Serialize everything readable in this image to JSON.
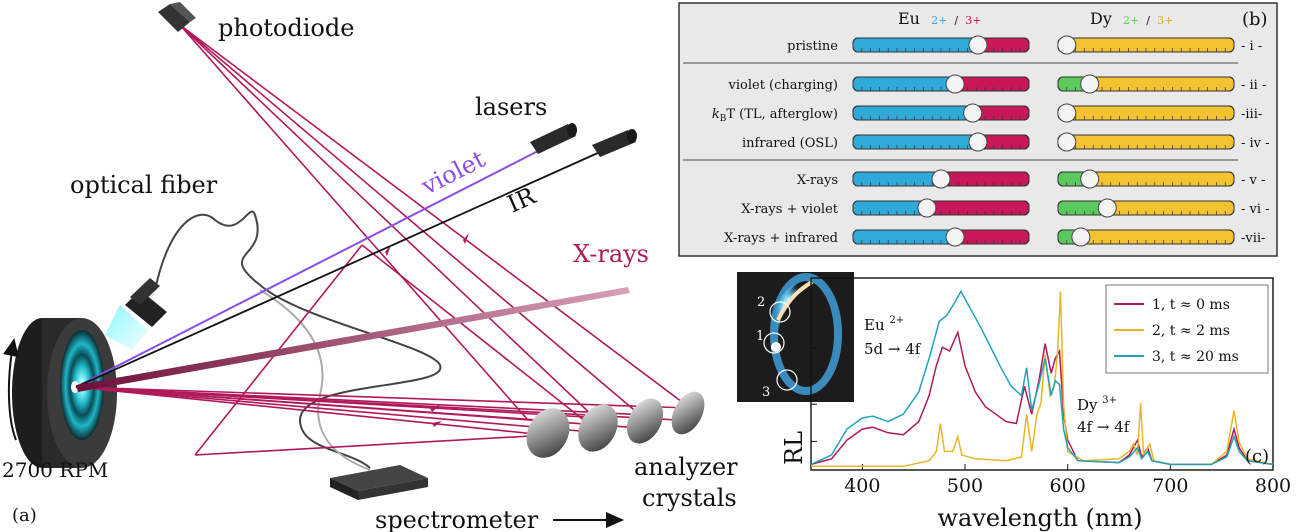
{
  "panel_a": {
    "labels": {
      "photodiode": "photodiode",
      "lasers": "lasers",
      "violet": "violet",
      "ir": "IR",
      "optical_fiber": "optical fiber",
      "xrays": "X-rays",
      "rpm": "2700 RPM",
      "analyzer": "analyzer",
      "crystals": "crystals",
      "spectrometer": "spectrometer",
      "tag": "(a)"
    },
    "colors": {
      "violet": "#8a4de6",
      "xray": "#b0195a",
      "ir": "#111111",
      "cyan": "#27d3e2"
    }
  },
  "panel_b": {
    "tag": "(b)",
    "eu_header": {
      "label": "Eu",
      "s1": "2+",
      "sep": "/",
      "s2": "3+"
    },
    "dy_header": {
      "label": "Dy",
      "s1": "2+",
      "sep": "/",
      "s2": "3+"
    },
    "rows": [
      {
        "label": "pristine",
        "tag": "- i -",
        "eu_knob": 0.71,
        "dy_knob": 0.05
      },
      {
        "label": "violet (charging)",
        "tag": "- ii -",
        "eu_knob": 0.58,
        "dy_knob": 0.18
      },
      {
        "label_main": "k",
        "label_sub": "B",
        "label_rest": "T (TL, afterglow)",
        "tag": "-iii-",
        "eu_knob": 0.68,
        "dy_knob": 0.05
      },
      {
        "label": "infrared (OSL)",
        "tag": "- iv -",
        "eu_knob": 0.71,
        "dy_knob": 0.05
      },
      {
        "label": "X-rays",
        "tag": "- v -",
        "eu_knob": 0.5,
        "dy_knob": 0.18
      },
      {
        "label": "X-rays + violet",
        "tag": "- vi -",
        "eu_knob": 0.42,
        "dy_knob": 0.28
      },
      {
        "label": "X-rays + infrared",
        "tag": "-vii-",
        "eu_knob": 0.58,
        "dy_knob": 0.13
      }
    ],
    "colors": {
      "eu2": "#2fa9d8",
      "eu3": "#c8185a",
      "dy2": "#5cc95c",
      "dy3": "#f2c230",
      "violet": "#8a4de6"
    }
  },
  "panel_c": {
    "tag": "(c)",
    "annotations": {
      "eu_ion": "Eu",
      "eu_charge": "2+",
      "eu_trans": "5d → 4f",
      "dy_ion": "Dy",
      "dy_charge": "3+",
      "dy_trans": "4f → 4f"
    },
    "inset_labels": [
      "2",
      "1",
      "3"
    ],
    "legend": [
      {
        "label": "1, t ≈ 0 ms"
      },
      {
        "label": "2, t ≈ 2 ms"
      },
      {
        "label": "3, t ≈ 20 ms"
      }
    ]
  },
  "chart_data": {
    "type": "line",
    "title": "",
    "xlabel": "wavelength (nm)",
    "ylabel": "RL",
    "xlim": [
      350,
      800
    ],
    "x_ticks": [
      400,
      500,
      600,
      700,
      800
    ],
    "series": [
      {
        "name": "1, t ≈ 0 ms",
        "color": "#b0195a",
        "points": [
          [
            350,
            0.03
          ],
          [
            370,
            0.06
          ],
          [
            385,
            0.16
          ],
          [
            400,
            0.22
          ],
          [
            410,
            0.23
          ],
          [
            425,
            0.2
          ],
          [
            440,
            0.19
          ],
          [
            455,
            0.26
          ],
          [
            465,
            0.4
          ],
          [
            472,
            0.56
          ],
          [
            478,
            0.66
          ],
          [
            485,
            0.64
          ],
          [
            493,
            0.74
          ],
          [
            500,
            0.56
          ],
          [
            510,
            0.42
          ],
          [
            520,
            0.34
          ],
          [
            530,
            0.3
          ],
          [
            540,
            0.26
          ],
          [
            550,
            0.25
          ],
          [
            558,
            0.45
          ],
          [
            565,
            0.3
          ],
          [
            572,
            0.48
          ],
          [
            578,
            0.68
          ],
          [
            584,
            0.52
          ],
          [
            588,
            0.6
          ],
          [
            592,
            0.64
          ],
          [
            596,
            0.3
          ],
          [
            600,
            0.16
          ],
          [
            610,
            0.05
          ],
          [
            650,
            0.04
          ],
          [
            660,
            0.08
          ],
          [
            668,
            0.16
          ],
          [
            672,
            0.07
          ],
          [
            678,
            0.12
          ],
          [
            682,
            0.05
          ],
          [
            700,
            0.03
          ],
          [
            740,
            0.03
          ],
          [
            755,
            0.08
          ],
          [
            762,
            0.22
          ],
          [
            767,
            0.12
          ],
          [
            775,
            0.05
          ],
          [
            800,
            0.03
          ]
        ]
      },
      {
        "name": "2, t ≈ 2 ms",
        "color": "#e8b724",
        "points": [
          [
            350,
            0.02
          ],
          [
            440,
            0.02
          ],
          [
            465,
            0.05
          ],
          [
            472,
            0.1
          ],
          [
            476,
            0.25
          ],
          [
            480,
            0.1
          ],
          [
            488,
            0.1
          ],
          [
            493,
            0.18
          ],
          [
            497,
            0.08
          ],
          [
            510,
            0.06
          ],
          [
            540,
            0.05
          ],
          [
            555,
            0.07
          ],
          [
            560,
            0.3
          ],
          [
            565,
            0.1
          ],
          [
            570,
            0.3
          ],
          [
            574,
            0.36
          ],
          [
            578,
            0.62
          ],
          [
            583,
            0.4
          ],
          [
            587,
            0.45
          ],
          [
            590,
            0.62
          ],
          [
            593,
            0.96
          ],
          [
            596,
            0.35
          ],
          [
            600,
            0.1
          ],
          [
            615,
            0.05
          ],
          [
            650,
            0.06
          ],
          [
            660,
            0.1
          ],
          [
            664,
            0.14
          ],
          [
            668,
            0.08
          ],
          [
            671,
            0.36
          ],
          [
            674,
            0.08
          ],
          [
            680,
            0.14
          ],
          [
            684,
            0.05
          ],
          [
            700,
            0.03
          ],
          [
            740,
            0.03
          ],
          [
            755,
            0.1
          ],
          [
            762,
            0.32
          ],
          [
            767,
            0.15
          ],
          [
            775,
            0.06
          ],
          [
            800,
            0.03
          ]
        ]
      },
      {
        "name": "3, t ≈ 20 ms",
        "color": "#1fa3b8",
        "points": [
          [
            350,
            0.03
          ],
          [
            370,
            0.08
          ],
          [
            385,
            0.22
          ],
          [
            400,
            0.28
          ],
          [
            410,
            0.29
          ],
          [
            425,
            0.26
          ],
          [
            440,
            0.3
          ],
          [
            455,
            0.42
          ],
          [
            465,
            0.6
          ],
          [
            475,
            0.8
          ],
          [
            482,
            0.83
          ],
          [
            490,
            0.9
          ],
          [
            496,
            0.96
          ],
          [
            505,
            0.87
          ],
          [
            515,
            0.77
          ],
          [
            525,
            0.66
          ],
          [
            535,
            0.55
          ],
          [
            545,
            0.45
          ],
          [
            555,
            0.4
          ],
          [
            560,
            0.55
          ],
          [
            565,
            0.32
          ],
          [
            572,
            0.46
          ],
          [
            578,
            0.6
          ],
          [
            584,
            0.4
          ],
          [
            588,
            0.48
          ],
          [
            592,
            0.46
          ],
          [
            596,
            0.22
          ],
          [
            600,
            0.12
          ],
          [
            610,
            0.05
          ],
          [
            650,
            0.04
          ],
          [
            660,
            0.07
          ],
          [
            668,
            0.12
          ],
          [
            672,
            0.06
          ],
          [
            678,
            0.1
          ],
          [
            682,
            0.05
          ],
          [
            700,
            0.03
          ],
          [
            740,
            0.03
          ],
          [
            755,
            0.07
          ],
          [
            762,
            0.18
          ],
          [
            767,
            0.1
          ],
          [
            775,
            0.05
          ],
          [
            800,
            0.03
          ]
        ]
      }
    ]
  }
}
